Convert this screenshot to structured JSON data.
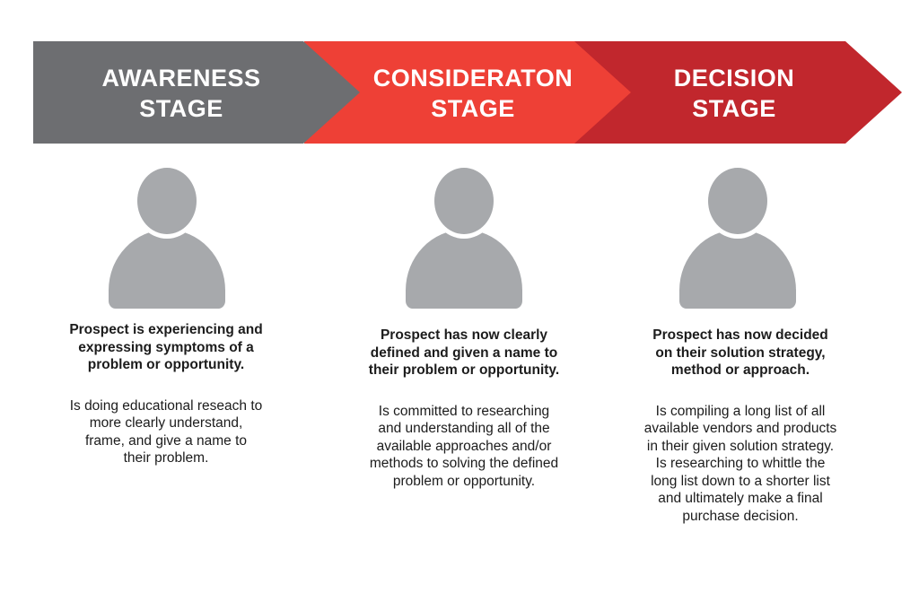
{
  "colors": {
    "awareness_banner": "#6d6e71",
    "consideration_banner": "#ee4036",
    "decision_banner": "#c1272d",
    "person_icon": "#a7a9ac",
    "banner_text": "#ffffff",
    "body_text": "#1c1c1c"
  },
  "stages": [
    {
      "banner_lines": [
        "AWARENESS",
        "STAGE"
      ],
      "heading_lines": [
        "Prospect is experiencing and",
        "expressing symptoms of a",
        "problem or opportunity."
      ],
      "body_lines": [
        "Is doing educational reseach to",
        "more clearly understand,",
        "frame, and give a name to",
        "their problem."
      ]
    },
    {
      "banner_lines": [
        "CONSIDERATON",
        "STAGE"
      ],
      "heading_lines": [
        "Prospect has now clearly",
        "defined and given a name to",
        "their problem or opportunity."
      ],
      "body_lines": [
        "Is committed to researching",
        "and understanding all of the",
        "available approaches and/or",
        "methods to solving the defined",
        "problem or opportunity."
      ]
    },
    {
      "banner_lines": [
        "DECISION",
        "STAGE"
      ],
      "heading_lines": [
        "Prospect has now decided",
        "on their solution strategy,",
        "method or approach."
      ],
      "body_lines": [
        "Is compiling a long list of all",
        "available vendors and products",
        "in their given solution strategy.",
        "Is researching to whittle the",
        "long list down to a shorter list",
        "and ultimately make a final",
        "purchase decision."
      ]
    }
  ]
}
